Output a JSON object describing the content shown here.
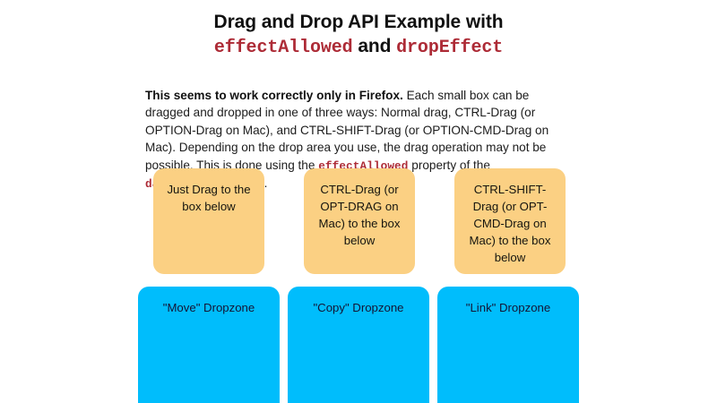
{
  "title": {
    "line1": "Drag and Drop API Example with",
    "code1": "effectAllowed",
    "conjunction": "and",
    "code2": "dropEffect"
  },
  "intro": {
    "lead": "This seems to work correctly only in Firefox.",
    "body_part1": " Each small box can be dragged and dropped in one of three ways: Normal drag, CTRL-Drag (or OPTION-Drag on Mac), and CTRL-SHIFT-Drag (or OPTION-CMD-Drag on Mac). Depending on the drop area you use, the drag operation may not be possible. This is done using the ",
    "code_effectallowed": "effectAllowed",
    "body_part2": " property of the ",
    "code_datatransfer": "dataTransfer",
    "body_part3": " object."
  },
  "drag_boxes": [
    {
      "label": "Just Drag to the box below"
    },
    {
      "label": "CTRL-Drag (or OPT-DRAG on Mac) to the box below"
    },
    {
      "label": "CTRL-SHIFT-Drag (or OPT-CMD-Drag on Mac) to the box below"
    }
  ],
  "drop_zones": [
    {
      "label": "\"Move\" Dropzone"
    },
    {
      "label": "\"Copy\" Dropzone"
    },
    {
      "label": "\"Link\" Dropzone"
    }
  ],
  "colors": {
    "drag_box_bg": "#fbd083",
    "drop_zone_bg": "#00bdfc",
    "code_red": "#ad2b36",
    "page_bg": "#ffffff",
    "text": "#1a1a1a"
  }
}
